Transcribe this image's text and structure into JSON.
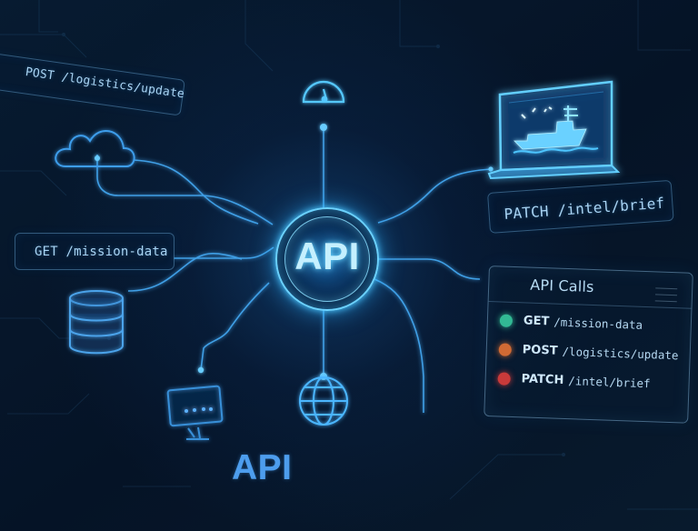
{
  "diagram": {
    "center_label": "API",
    "bottom_label": "API",
    "endpoint_labels": {
      "post": "POST /logistics/update",
      "get": "GET /mission-data",
      "patch": "PATCH /intel/brief"
    },
    "api_calls_panel": {
      "title": "API Calls",
      "calls": [
        {
          "method": "GET",
          "path": "/mission-data",
          "status_color": "#32b994"
        },
        {
          "method": "POST",
          "path": "/logistics/update",
          "status_color": "#d06a34"
        },
        {
          "method": "PATCH",
          "path": "/intel/brief",
          "status_color": "#c93a3a"
        }
      ]
    },
    "icons": {
      "cloud": "cloud-icon",
      "database": "database-icon",
      "gauge": "gauge-icon",
      "laptop": "laptop-icon",
      "ship": "ship-icon",
      "globe": "globe-icon",
      "terminal": "terminal-icon"
    },
    "colors": {
      "background": "#061427",
      "accent": "#4fc9ff",
      "line": "#3f9fe6",
      "text": "#a9d4f4"
    }
  }
}
